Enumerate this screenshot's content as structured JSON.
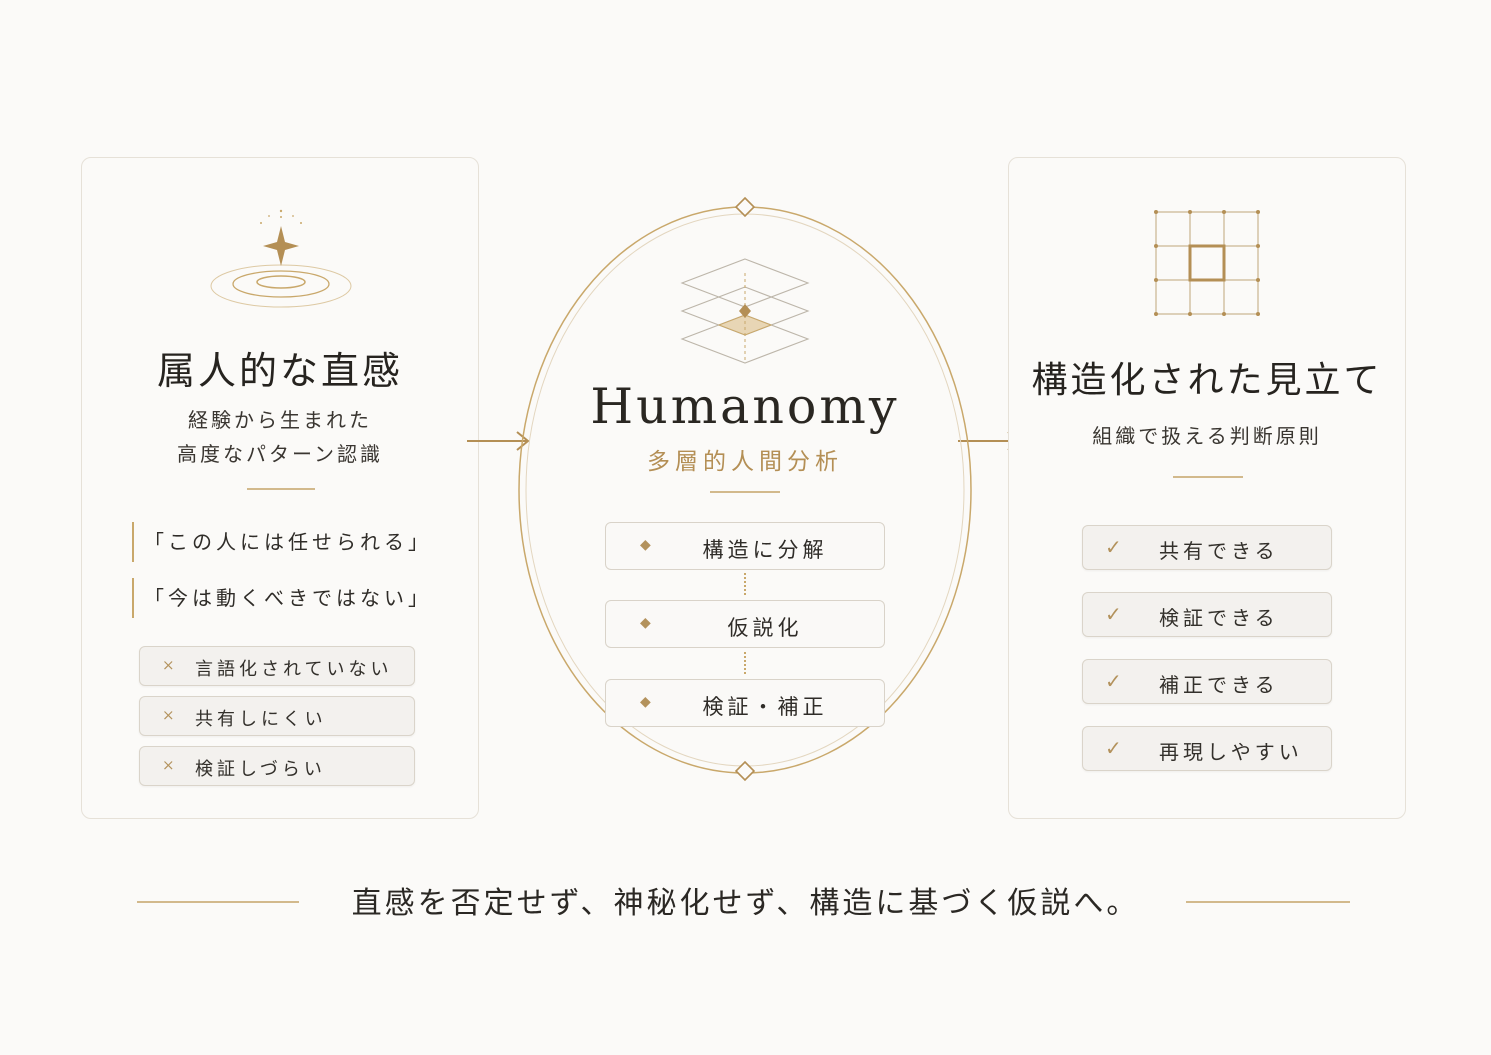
{
  "colors": {
    "accent": "#b48f55",
    "background": "#fbfaf8",
    "text": "#2b2824",
    "border": "#e6e1d8"
  },
  "left": {
    "icon": "sparkle-ripple-icon",
    "title": "属人的な直感",
    "subtitle_line1": "経験から生まれた",
    "subtitle_line2": "高度なパターン認識",
    "quotes": [
      "「この人には任せられる」",
      "「今は動くべきではない」"
    ],
    "negatives": [
      {
        "icon": "cross-icon",
        "mark": "×",
        "label": "言語化されていない"
      },
      {
        "icon": "cross-icon",
        "mark": "×",
        "label": "共有しにくい"
      },
      {
        "icon": "cross-icon",
        "mark": "×",
        "label": "検証しづらい"
      }
    ]
  },
  "center": {
    "icon": "stacked-layers-icon",
    "title": "Humanomy",
    "subtitle": "多層的人間分析",
    "steps": [
      {
        "icon": "diamond-bullet-icon",
        "mark": "◆",
        "label": "構造に分解"
      },
      {
        "icon": "diamond-bullet-icon",
        "mark": "◆",
        "label": "仮説化"
      },
      {
        "icon": "diamond-bullet-icon",
        "mark": "◆",
        "label": "検証・補正"
      }
    ]
  },
  "right": {
    "icon": "grid-square-icon",
    "title": "構造化された見立て",
    "subtitle": "組織で扱える判断原則",
    "positives": [
      {
        "icon": "check-icon",
        "mark": "✓",
        "label": "共有できる"
      },
      {
        "icon": "check-icon",
        "mark": "✓",
        "label": "検証できる"
      },
      {
        "icon": "check-icon",
        "mark": "✓",
        "label": "補正できる"
      },
      {
        "icon": "check-icon",
        "mark": "✓",
        "label": "再現しやすい"
      }
    ]
  },
  "footer": {
    "text": "直感を否定せず、神秘化せず、構造に基づく仮説へ。"
  }
}
